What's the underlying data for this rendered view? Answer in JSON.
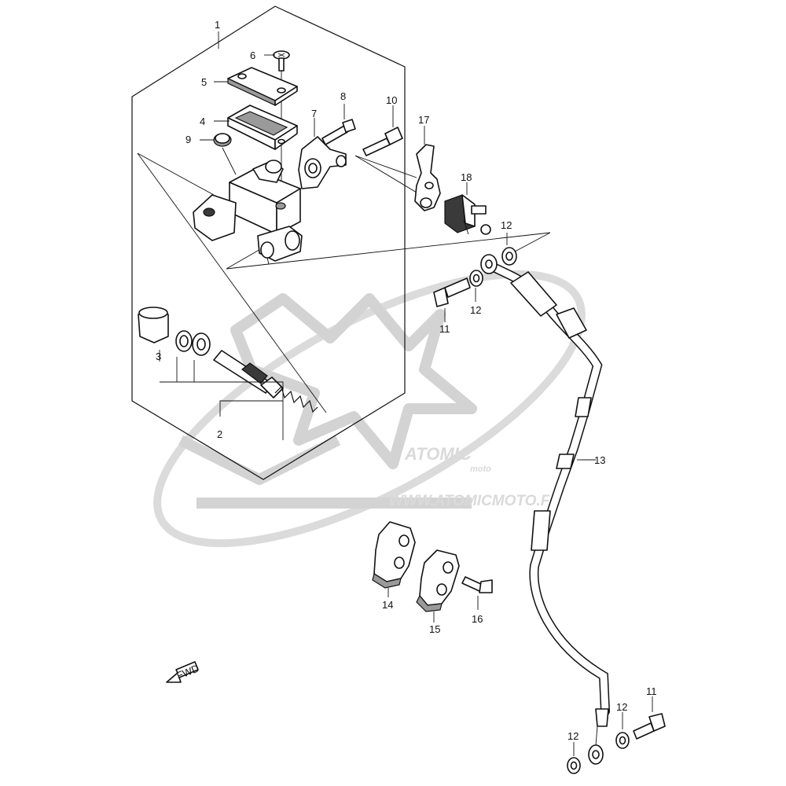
{
  "labels": {
    "l1": "1",
    "l2": "2",
    "l3": "3",
    "l4": "4",
    "l5": "5",
    "l6": "6",
    "l7": "7",
    "l8": "8",
    "l9": "9",
    "l10": "10",
    "l11a": "11",
    "l11b": "11",
    "l12a": "12",
    "l12b": "12",
    "l12c": "12",
    "l12d": "12",
    "l13": "13",
    "l14": "14",
    "l15": "15",
    "l16": "16",
    "l17": "17",
    "l18": "18"
  },
  "watermark": {
    "brand": "ATOMIC",
    "sub": "moto",
    "url": "WWW.ATOMICMOTO.FR"
  },
  "fwd_label": "FWD"
}
